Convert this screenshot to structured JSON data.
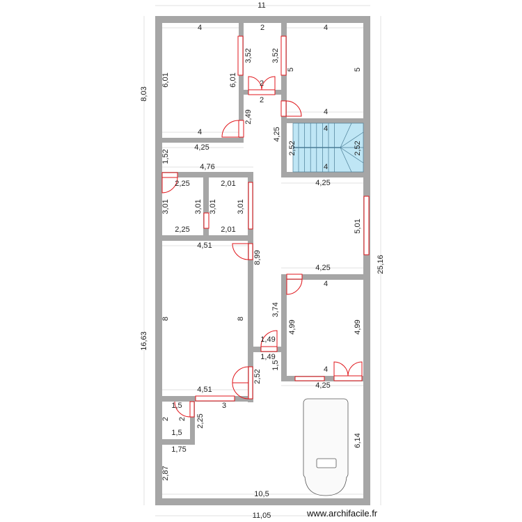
{
  "plan": {
    "labels": [
      "11",
      "4",
      "2",
      "4",
      "3,52",
      "3,52",
      "6,01",
      "6,01",
      "5",
      "5",
      "2",
      "2",
      "8,03",
      "4",
      "4",
      "2,49",
      "4,25",
      "4",
      "2,52",
      "2,52",
      "4",
      "4,25",
      "1,52",
      "4,76",
      "2,25",
      "2,01",
      "4,25",
      "3,01",
      "3,01",
      "3,01",
      "3,01",
      "5,01",
      "2,25",
      "2,01",
      "4,51",
      "8,99",
      "4,25",
      "4",
      "3,74",
      "8",
      "8",
      "4,99",
      "4,99",
      "1,49",
      "1,49",
      "1,5",
      "4",
      "2,52",
      "4,25",
      "4,51",
      "1,5",
      "3",
      "2",
      "2",
      "2,25",
      "1,5",
      "1,75",
      "2,87",
      "6,14",
      "16,63",
      "25,16",
      "10,5",
      "11,05"
    ],
    "watermark": "www.archifacile.fr",
    "colors": {
      "wall": "#a6a6a6",
      "door": "#e0161b",
      "stairs": "#bfe6f5"
    },
    "icons": [
      "door-swing-icon",
      "window-icon",
      "staircase-icon",
      "car-icon"
    ]
  }
}
